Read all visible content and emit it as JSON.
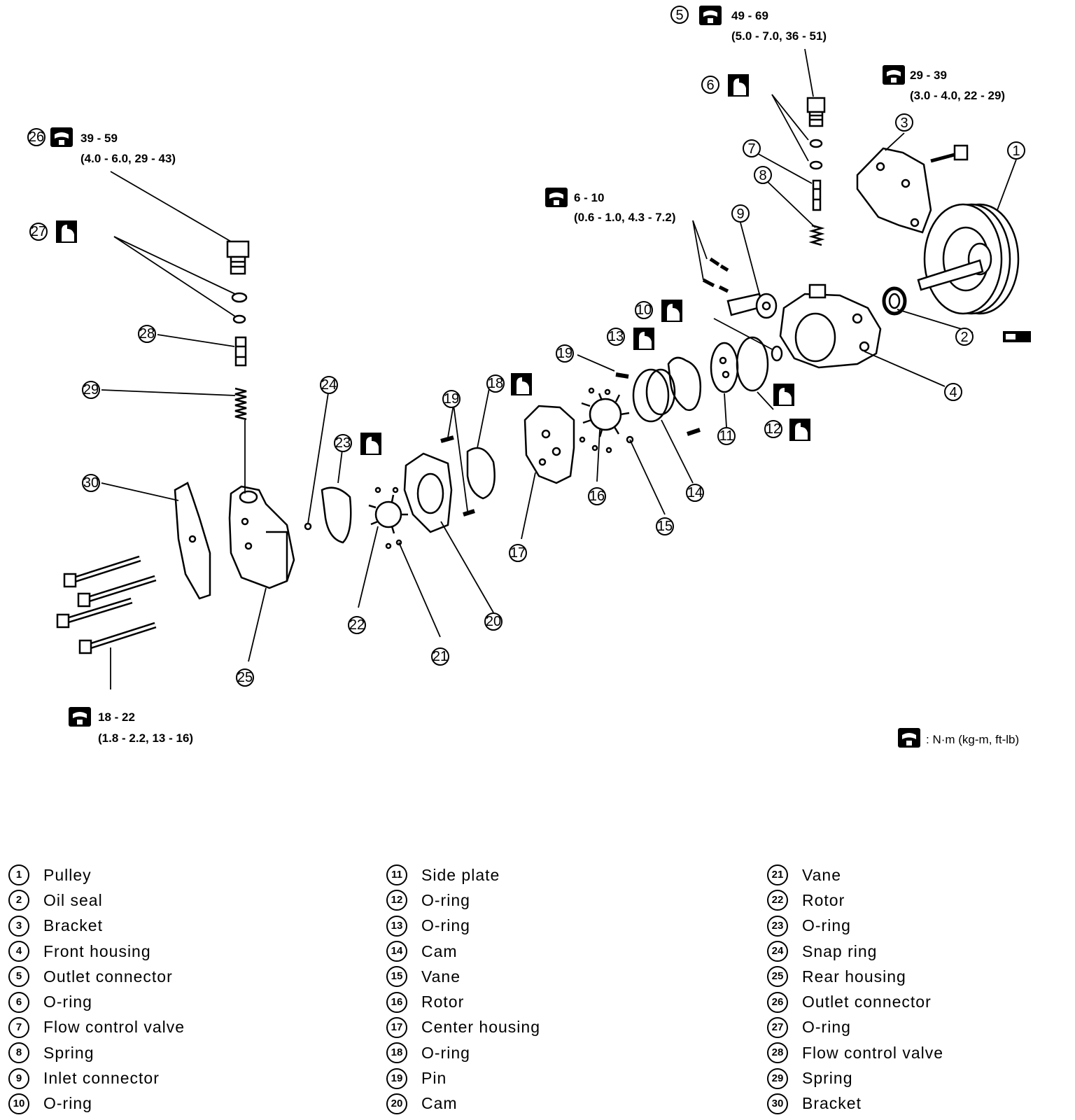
{
  "callouts": {
    "c1": "1",
    "c2": "2",
    "c3": "3",
    "c4": "4",
    "c5": "5",
    "c6": "6",
    "c7": "7",
    "c8": "8",
    "c9": "9",
    "c10": "10",
    "c11": "11",
    "c12": "12",
    "c13": "13",
    "c14": "14",
    "c15": "15",
    "c16": "16",
    "c17": "17",
    "c18": "18",
    "c19a": "19",
    "c19b": "19",
    "c20": "20",
    "c21": "21",
    "c22": "22",
    "c23": "23",
    "c24": "24",
    "c25": "25",
    "c26": "26",
    "c27": "27",
    "c28": "28",
    "c29": "29",
    "c30": "30"
  },
  "torque_specs": {
    "t5_line1": "49 - 69",
    "t5_line2": "(5.0 - 7.0, 36 - 51)",
    "t3_line1": "29 - 39",
    "t3_line2": "(3.0 - 4.0, 22 - 29)",
    "t26_line1": "39 - 59",
    "t26_line2": "(4.0 - 6.0, 29 - 43)",
    "t9_line1": "6 - 10",
    "t9_line2": "(0.6 - 1.0, 4.3 - 7.2)",
    "tbolt_line1": "18 - 22",
    "tbolt_line2": "(1.8 - 2.2, 13 - 16)"
  },
  "unit_legend": ": N·m (kg-m, ft-lb)",
  "icons": [
    "torque-wrench-icon",
    "fluid-apply-icon",
    "grease-apply-icon"
  ],
  "parts": [
    {
      "no": "1",
      "name": "Pulley"
    },
    {
      "no": "2",
      "name": "Oil seal"
    },
    {
      "no": "3",
      "name": "Bracket"
    },
    {
      "no": "4",
      "name": "Front housing"
    },
    {
      "no": "5",
      "name": "Outlet connector"
    },
    {
      "no": "6",
      "name": "O-ring"
    },
    {
      "no": "7",
      "name": "Flow control valve"
    },
    {
      "no": "8",
      "name": "Spring"
    },
    {
      "no": "9",
      "name": "Inlet connector"
    },
    {
      "no": "10",
      "name": "O-ring"
    },
    {
      "no": "11",
      "name": "Side plate"
    },
    {
      "no": "12",
      "name": "O-ring"
    },
    {
      "no": "13",
      "name": "O-ring"
    },
    {
      "no": "14",
      "name": "Cam"
    },
    {
      "no": "15",
      "name": "Vane"
    },
    {
      "no": "16",
      "name": "Rotor"
    },
    {
      "no": "17",
      "name": "Center housing"
    },
    {
      "no": "18",
      "name": "O-ring"
    },
    {
      "no": "19",
      "name": "Pin"
    },
    {
      "no": "20",
      "name": "Cam"
    },
    {
      "no": "21",
      "name": "Vane"
    },
    {
      "no": "22",
      "name": "Rotor"
    },
    {
      "no": "23",
      "name": "O-ring"
    },
    {
      "no": "24",
      "name": "Snap ring"
    },
    {
      "no": "25",
      "name": "Rear housing"
    },
    {
      "no": "26",
      "name": "Outlet connector"
    },
    {
      "no": "27",
      "name": "O-ring"
    },
    {
      "no": "28",
      "name": "Flow control valve"
    },
    {
      "no": "29",
      "name": "Spring"
    },
    {
      "no": "30",
      "name": "Bracket"
    }
  ]
}
